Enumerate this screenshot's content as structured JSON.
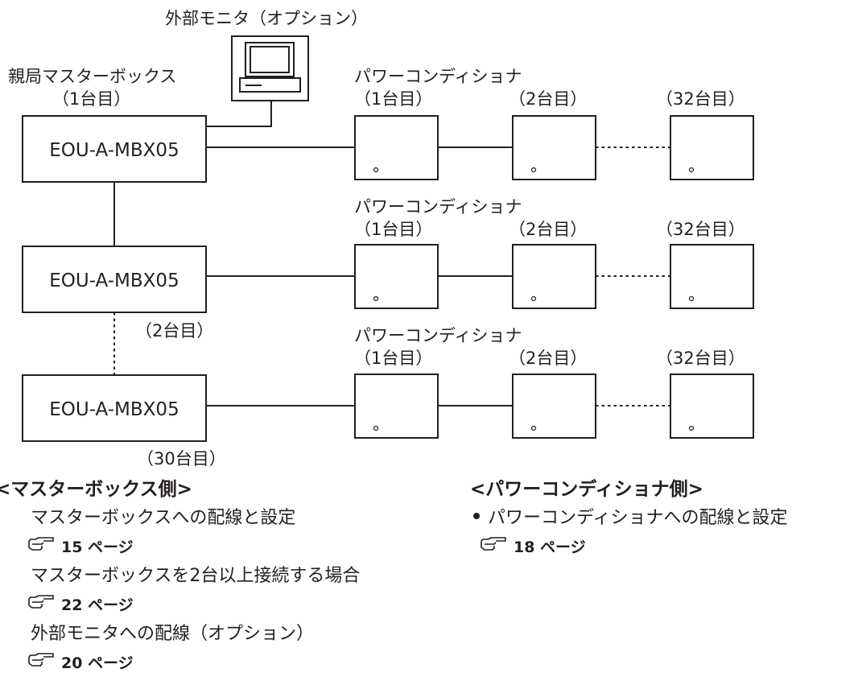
{
  "diagram": {
    "external_monitor_label": "外部モニタ（オプション）",
    "parent_master_label": "親局マスターボックス",
    "unit_labels": {
      "first": "（1台目）",
      "second": "（2台目）",
      "thirtieth": "（30台目）",
      "thirty_second": "（32台目）"
    },
    "master_box_model": "EOU-A-MBX05",
    "power_conditioner_label": "パワーコンディショナ"
  },
  "notes": {
    "master_side": {
      "heading": "<マスターボックス側>",
      "items": [
        {
          "text": "マスターボックスへの配線と設定",
          "ref": "15 ページ"
        },
        {
          "text": "マスターボックスを2台以上接続する場合",
          "ref": "22 ページ"
        },
        {
          "text": "外部モニタへの配線（オプション）",
          "ref": "20 ページ"
        }
      ]
    },
    "power_conditioner_side": {
      "heading": "<パワーコンディショナ側>",
      "items": [
        {
          "text": "パワーコンディショナへの配線と設定",
          "ref": "18 ページ"
        }
      ]
    }
  }
}
